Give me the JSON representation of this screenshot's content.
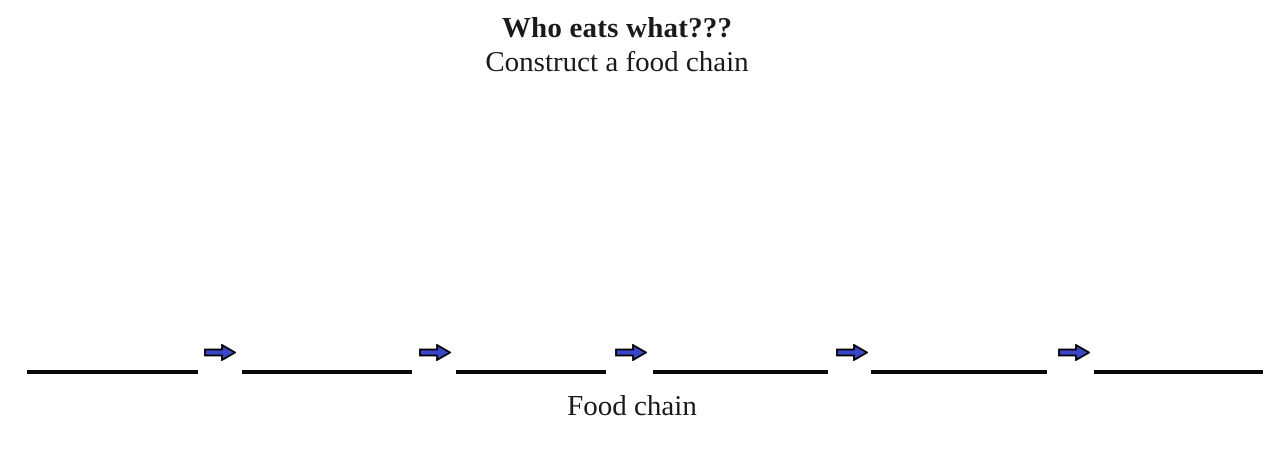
{
  "page": {
    "background_color": "#ffffff",
    "text_color": "#1a1a1a"
  },
  "header": {
    "title": "Who eats what???",
    "subtitle": "Construct a food chain"
  },
  "food_chain": {
    "label": "Food chain",
    "blank_count": 6,
    "arrow_count": 5,
    "arrow_icon": "right-arrow-icon",
    "arrow_fill_color": "#3A45C8",
    "arrow_outline_color": "#000000",
    "blank_line_color": "#0a0a0a",
    "blanks": [
      "",
      "",
      "",
      "",
      "",
      ""
    ]
  }
}
